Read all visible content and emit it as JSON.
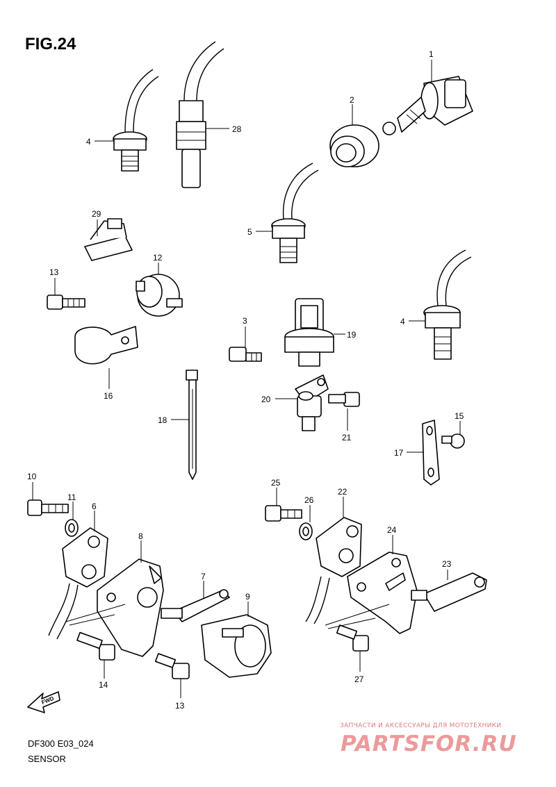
{
  "figure": {
    "title": "FIG.24",
    "model_code": "DF300 E03_024",
    "section_name": "SENSOR"
  },
  "part_labels": [
    "1",
    "2",
    "3",
    "4",
    "4",
    "5",
    "6",
    "7",
    "8",
    "9",
    "10",
    "11",
    "12",
    "13",
    "13",
    "14",
    "15",
    "16",
    "17",
    "18",
    "19",
    "20",
    "21",
    "22",
    "23",
    "24",
    "25",
    "26",
    "27",
    "28",
    "29"
  ],
  "direction_badge": "FWD",
  "watermark": {
    "tagline": "ЗАПЧАСТИ И АКСЕССУАРЫ ДЛЯ МОТОТЕХНИКИ",
    "logo": "PARTSFOR.RU"
  }
}
